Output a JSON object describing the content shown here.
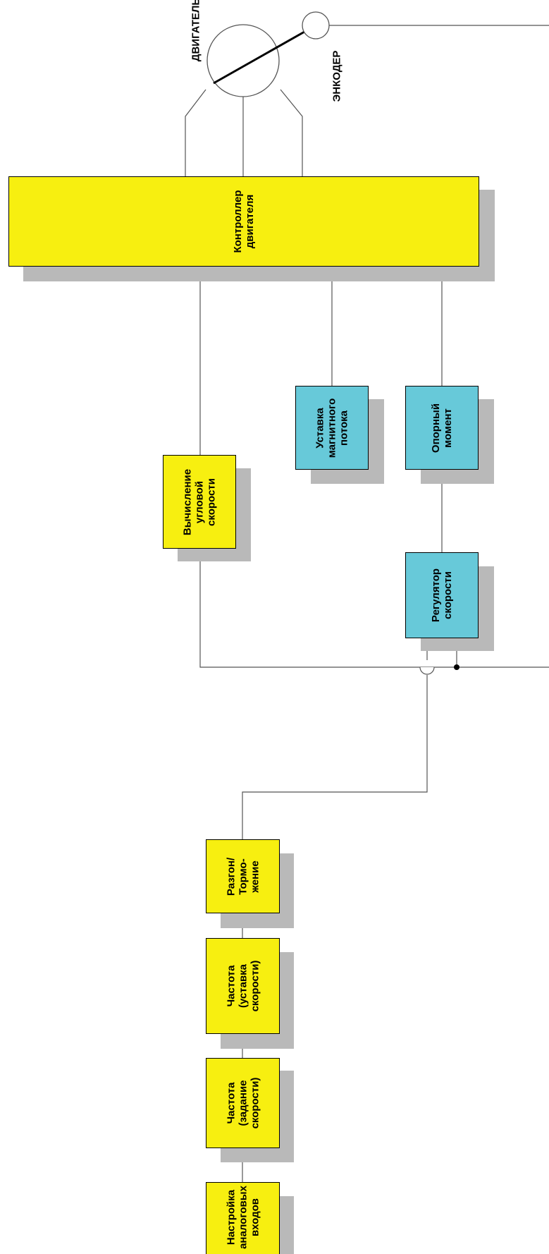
{
  "labels": {
    "motor": "ДВИГАТЕЛЬ",
    "encoder": "ЭНКОДЕР"
  },
  "blocks": {
    "motor_controller": [
      "Контроллер",
      "двигателя"
    ],
    "speed_calc": [
      "Вычисление",
      "угловой",
      "скорости"
    ],
    "flux_setpoint": [
      "Уставка",
      "магнитного",
      "потока"
    ],
    "torque_ref": [
      "Опорный",
      "момент"
    ],
    "speed_regulator": [
      "Регулятор",
      "скорости"
    ],
    "accel_decel": [
      "Разгон/",
      "Тормо-",
      "жение"
    ],
    "freq_setpoint": [
      "Частота",
      "(уставка",
      "скорости)"
    ],
    "freq_reference": [
      "Частота",
      "(задание",
      "скорости)"
    ],
    "analog_inputs": [
      "Настройка",
      "аналоговых",
      "входов"
    ]
  },
  "colors": {
    "block_yellow": "#f7ef10",
    "block_cyan": "#67c9d9",
    "shadow": "#b9b9b9",
    "wire": "#555555"
  }
}
